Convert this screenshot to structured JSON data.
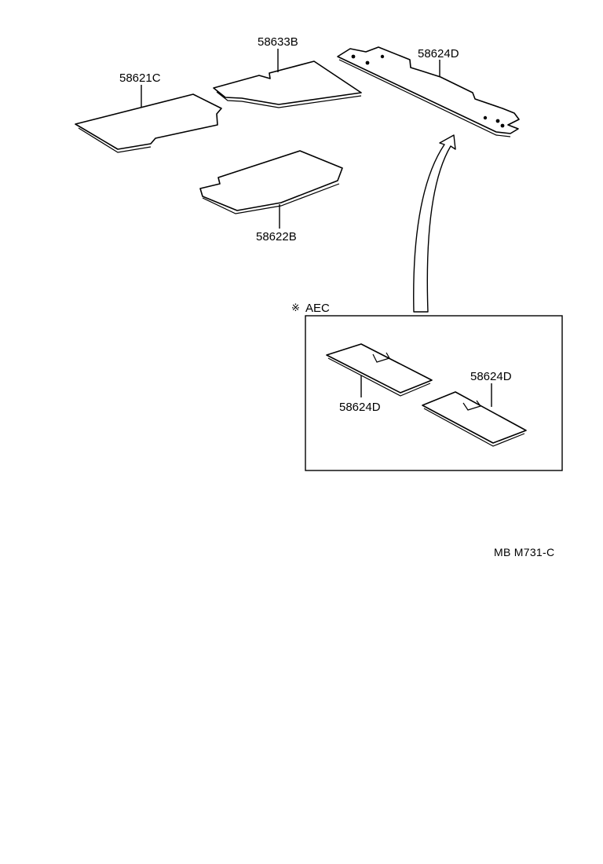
{
  "parts": {
    "p58621c": "58621C",
    "p58633b": "58633B",
    "p58624d_top": "58624D",
    "p58622b": "58622B",
    "p58624d_left": "58624D",
    "p58624d_right": "58624D"
  },
  "inset": {
    "mark": "※",
    "title": "AEC"
  },
  "drawing_code": "MB M731-C"
}
